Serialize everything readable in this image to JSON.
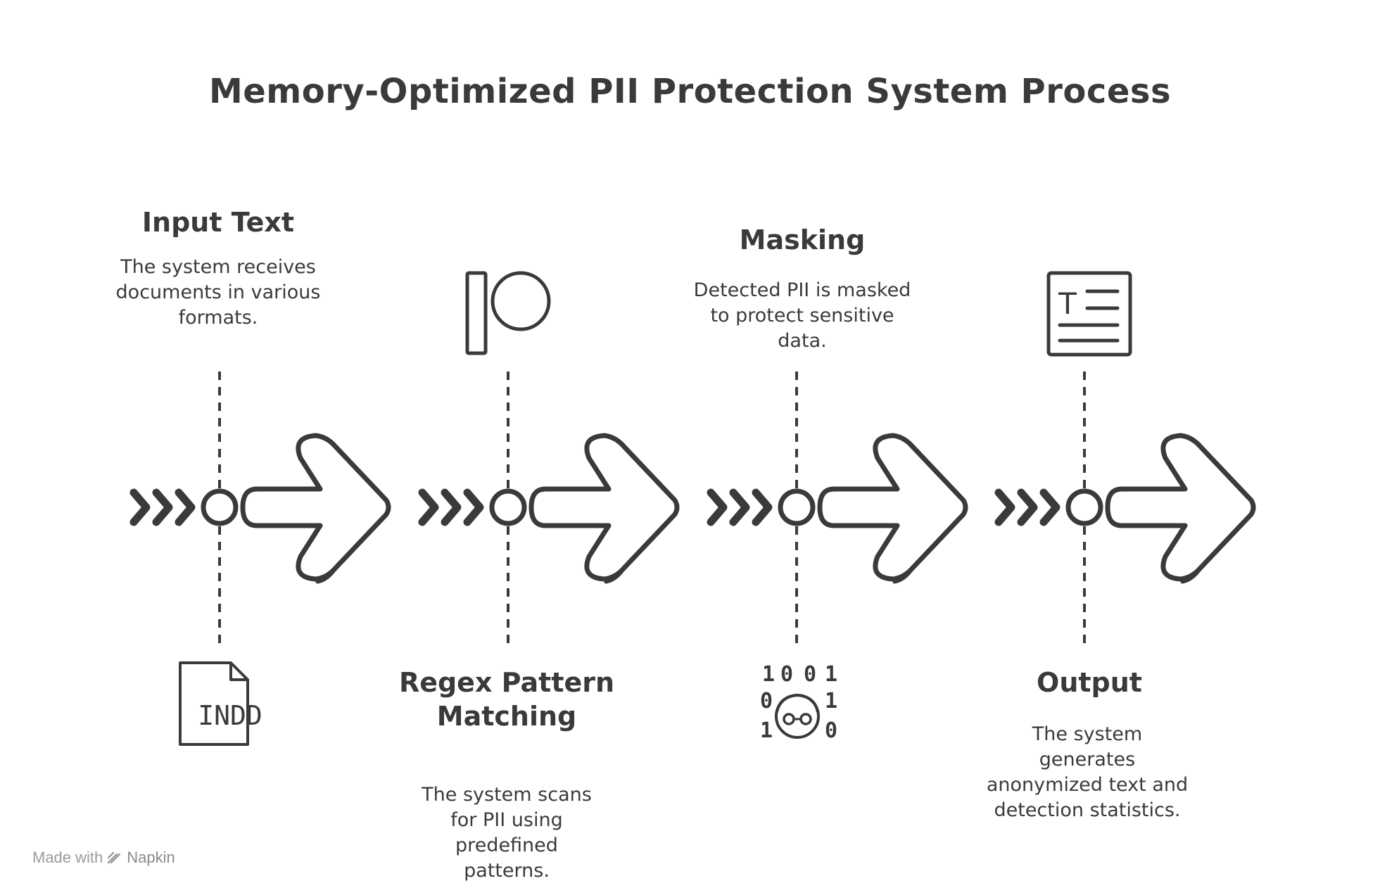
{
  "title": "Memory-Optimized PII Protection System Process",
  "steps": [
    {
      "title": "Input Text",
      "description": "The system receives documents in various formats.",
      "icon": "indd-file-icon",
      "icon_text": "INDD"
    },
    {
      "title": "Regex Pattern Matching",
      "description": "The system scans for PII using predefined patterns.",
      "icon": "pattern-icon"
    },
    {
      "title": "Masking",
      "description": "Detected PII is masked to protect sensitive data.",
      "icon": "binary-hacker-icon",
      "icon_digits": [
        "1",
        "0",
        "0",
        "1",
        "0",
        "1",
        "1",
        "0"
      ]
    },
    {
      "title": "Output",
      "description": "The system generates anonymized text and detection statistics.",
      "icon": "text-document-icon",
      "icon_text": "T"
    }
  ],
  "footer": {
    "prefix": "Made with",
    "brand": "Napkin"
  },
  "colors": {
    "ink": "#3a3a3a",
    "footer": "#9a9a9a",
    "background": "#ffffff"
  }
}
